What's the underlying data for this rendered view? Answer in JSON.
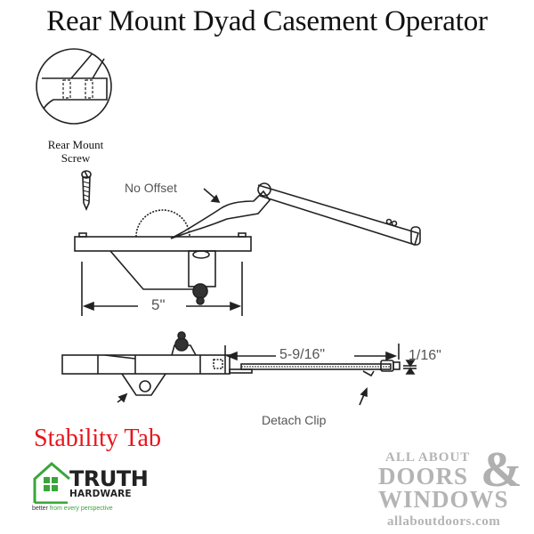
{
  "title": "Rear Mount Dyad Casement Operator",
  "labels": {
    "rear_mount_screw_line1": "Rear Mount",
    "rear_mount_screw_line2": "Screw",
    "no_offset": "No Offset",
    "width_5": "5\"",
    "arm_length": "5-9/16\"",
    "thickness": "1/16\"",
    "detach_clip": "Detach Clip",
    "stability_tab": "Stability Tab"
  },
  "logos": {
    "truth": {
      "word1": "TRUTH",
      "word2": "HARDWARE",
      "tagline_dark": "better ",
      "tagline_green": "from every perspective",
      "green_color": "#3aa53a"
    },
    "allabout": {
      "line1": "ALL ABOUT",
      "line2": "DOORS",
      "amp": "&",
      "line3": "WINDOWS",
      "line4": "allaboutdoors.com",
      "color": "#b4b4b4"
    }
  },
  "colors": {
    "stability_tab_text": "#e8141c",
    "line": "#222222"
  }
}
